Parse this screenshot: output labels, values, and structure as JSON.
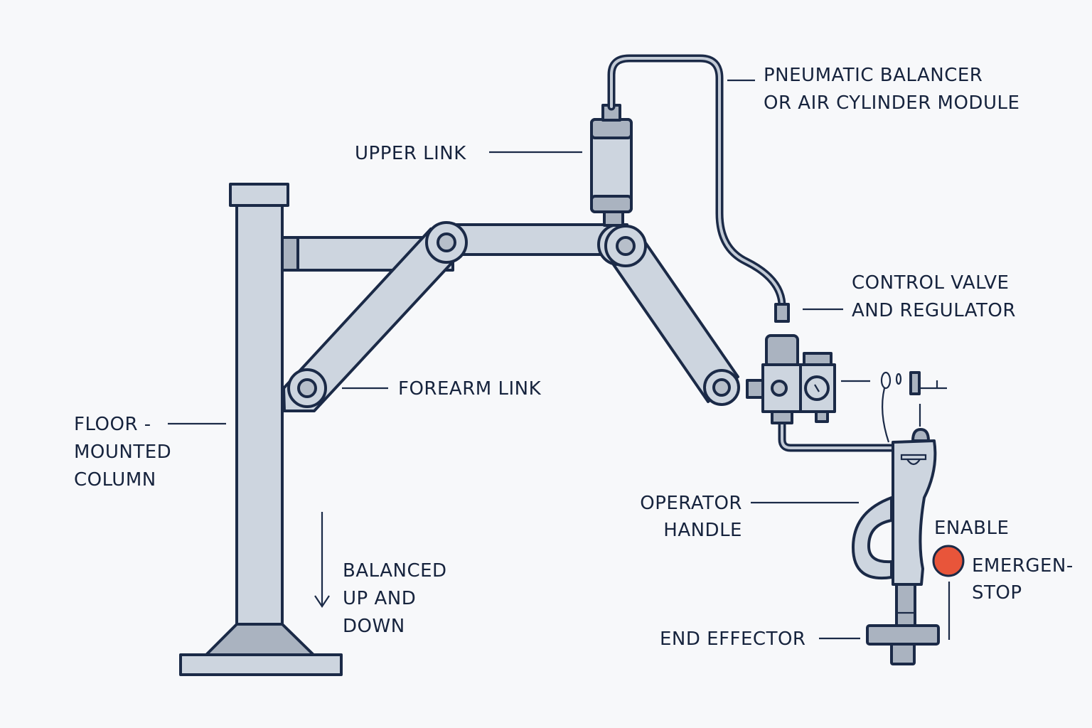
{
  "diagram": {
    "subject": "Pneumatic balanced manipulator arm",
    "colors": {
      "background": "#f7f8fa",
      "outline": "#1b2a47",
      "metal_light": "#cdd5df",
      "metal_dark": "#aab3c0",
      "emergency_stop": "#e8553a",
      "text": "#16233d"
    },
    "labels": {
      "pneumatic_balancer": [
        "PNEUMATIC BALANCER",
        "OR AIR CYLINDER MODULE"
      ],
      "upper_link": "UPPER LINK",
      "control_valve": [
        "CONTROL VALVE",
        "AND REGULATOR"
      ],
      "forearm_link": "FOREARM LINK",
      "floor_column": [
        "FLOOR -",
        "MOUNTED",
        "COLUMN"
      ],
      "balanced_motion": [
        "BALANCED",
        "UP AND",
        "DOWN"
      ],
      "operator_handle": [
        "OPERATOR",
        "HANDLE"
      ],
      "enable": "ENABLE",
      "emergency_stop": [
        "EMERGEN-",
        "STOP"
      ],
      "end_effector": "END EFFECTOR"
    }
  }
}
